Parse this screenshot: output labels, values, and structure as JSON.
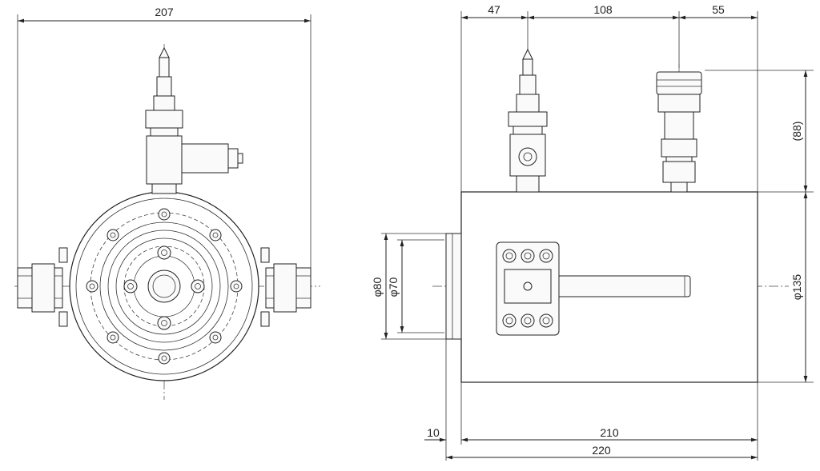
{
  "front_view": {
    "dim_width": "207"
  },
  "side_view": {
    "dim_47": "47",
    "dim_108": "108",
    "dim_55": "55",
    "dim_88": "(88)",
    "dim_phi135": "φ135",
    "dim_phi80": "φ80",
    "dim_phi70": "φ70",
    "dim_10": "10",
    "dim_210": "210",
    "dim_220": "220"
  }
}
